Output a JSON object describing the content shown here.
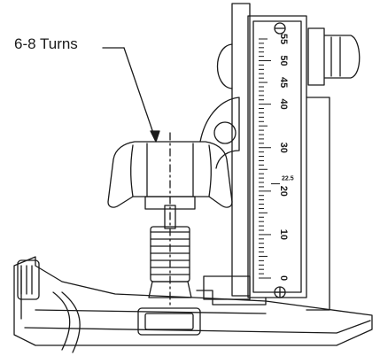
{
  "callout": {
    "label": "6-8 Turns"
  },
  "scale": {
    "major_labels": [
      "55",
      "50",
      "45",
      "40",
      "30",
      "20",
      "10",
      "0"
    ],
    "special_label": "22.5",
    "min": 0,
    "max": 55
  },
  "colors": {
    "line": "#1a1a1a",
    "background": "#ffffff"
  }
}
